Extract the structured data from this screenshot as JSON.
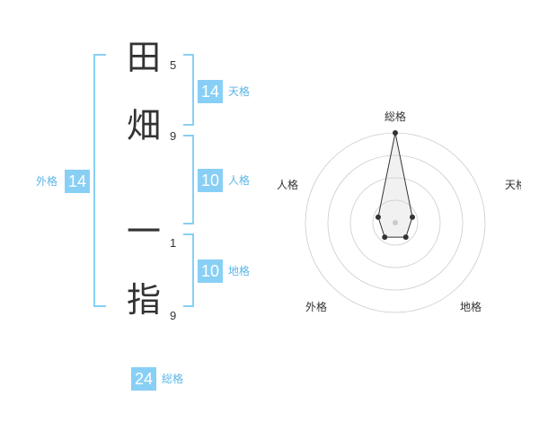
{
  "characters": [
    {
      "char": "田",
      "strokes": "5"
    },
    {
      "char": "畑",
      "strokes": "9"
    },
    {
      "char": "一",
      "strokes": "1"
    },
    {
      "char": "指",
      "strokes": "9"
    }
  ],
  "fortunes": {
    "tenkaku": {
      "label": "天格",
      "value": "14"
    },
    "jinkaku": {
      "label": "人格",
      "value": "10"
    },
    "chikaku": {
      "label": "地格",
      "value": "10"
    },
    "gaikaku": {
      "label": "外格",
      "value": "14"
    },
    "soukaku": {
      "label": "総格",
      "value": "24"
    }
  },
  "colors": {
    "accent": "#88cff5",
    "accent_text": "#5ab6e8",
    "text": "#333333",
    "grid": "#cccccc"
  },
  "chart_data": {
    "type": "radar",
    "axes": [
      "総格",
      "天格",
      "地格",
      "外格",
      "人格"
    ],
    "values": [
      5,
      1,
      1,
      1,
      1
    ],
    "range": [
      0,
      5
    ],
    "rings": 4
  }
}
